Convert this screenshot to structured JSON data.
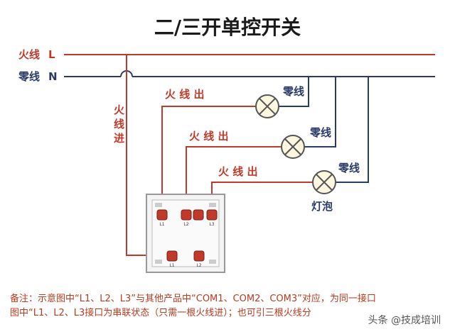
{
  "title": "二/三开单控开关",
  "lines": {
    "live": {
      "label": "火线",
      "letter": "L"
    },
    "neutral": {
      "label": "零线",
      "letter": "N"
    }
  },
  "live_in_label": [
    "火",
    "线",
    "进"
  ],
  "outputs": [
    {
      "live_out_label": "火 线 出",
      "neutral_label": "零线"
    },
    {
      "live_out_label": "火 线 出",
      "neutral_label": "零线"
    },
    {
      "live_out_label": "火 线 出",
      "neutral_label": "零线"
    }
  ],
  "lamp_label": "灯泡",
  "switch": {
    "top_terminals": [
      "L1",
      "L2",
      "L3"
    ],
    "bottom_terminals": [
      "L1",
      "L2"
    ]
  },
  "note": [
    "备注：示意图中“L1、L2、L3”与其他产品中“COM1、COM2、COM3”对应，为同一接口",
    "图中“L1、L2、L3接口为串联状态（只需一根火线进）；也可引三根火线分"
  ],
  "watermark": "头条 @技成培训",
  "colors": {
    "live_wire": "#c0392b",
    "neutral_wire": "#2b3a67",
    "terminal": "#c0392b",
    "lamp_fill": "#fdf7e0"
  }
}
